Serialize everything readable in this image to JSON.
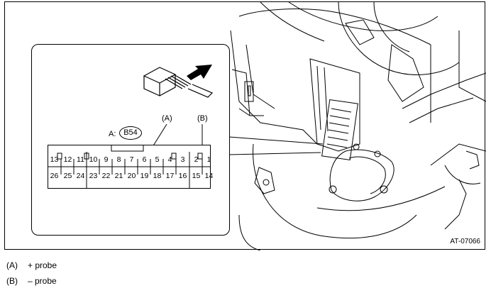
{
  "figure": {
    "code": "AT-07066",
    "connector_label": "A:",
    "connector_id": "B54",
    "probe_a": "(A)",
    "probe_b": "(B)"
  },
  "pins_top": [
    "13",
    "12",
    "11",
    "10",
    "9",
    "8",
    "7",
    "6",
    "5",
    "4",
    "3",
    "2",
    "1"
  ],
  "pins_bottom": [
    "26",
    "25",
    "24",
    "23",
    "22",
    "21",
    "20",
    "19",
    "18",
    "17",
    "16",
    "15",
    "14"
  ],
  "legend": [
    {
      "key": "(A)",
      "text": "+ probe"
    },
    {
      "key": "(B)",
      "text": "– probe"
    }
  ]
}
